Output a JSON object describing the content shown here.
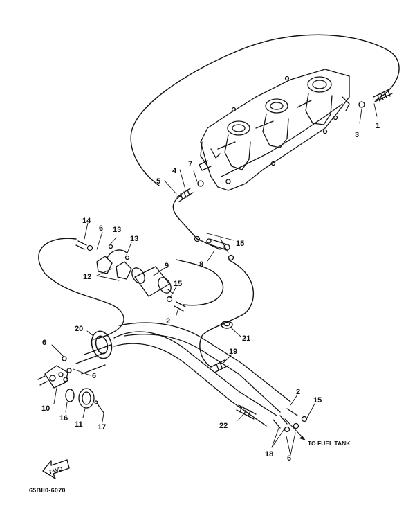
{
  "diagram": {
    "part_numbers": [
      "1",
      "2",
      "3",
      "4",
      "5",
      "6",
      "7",
      "8",
      "9",
      "10",
      "11",
      "12",
      "13",
      "14",
      "15",
      "16",
      "17",
      "18",
      "19",
      "20",
      "21",
      "22"
    ],
    "destination_label": "TO FUEL TANK",
    "direction_label": "FWD",
    "drawing_code": "65BII0-6070"
  }
}
